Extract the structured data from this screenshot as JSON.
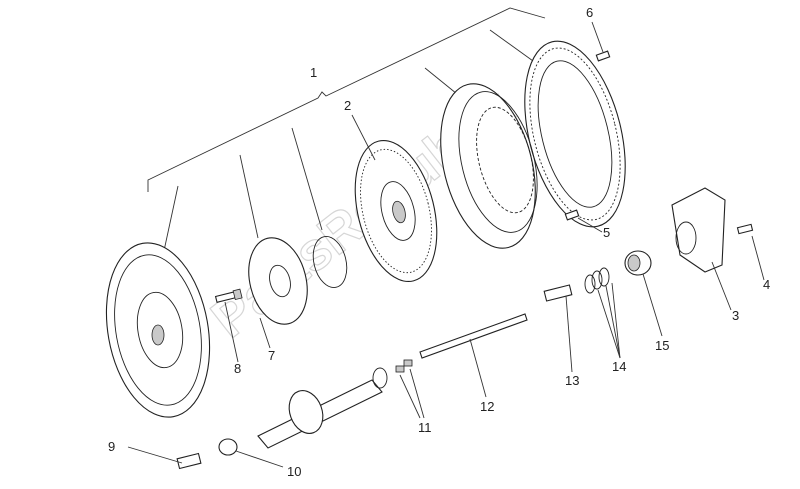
{
  "diagram": {
    "watermark": "PartsRepublik",
    "labels": {
      "l1": "1",
      "l2": "2",
      "l3": "3",
      "l4": "4",
      "l5": "5",
      "l6": "6",
      "l7": "7",
      "l8": "8",
      "l9": "9",
      "l10": "10",
      "l11": "11",
      "l12": "12",
      "l13": "13",
      "l14": "14",
      "l15": "15"
    }
  }
}
